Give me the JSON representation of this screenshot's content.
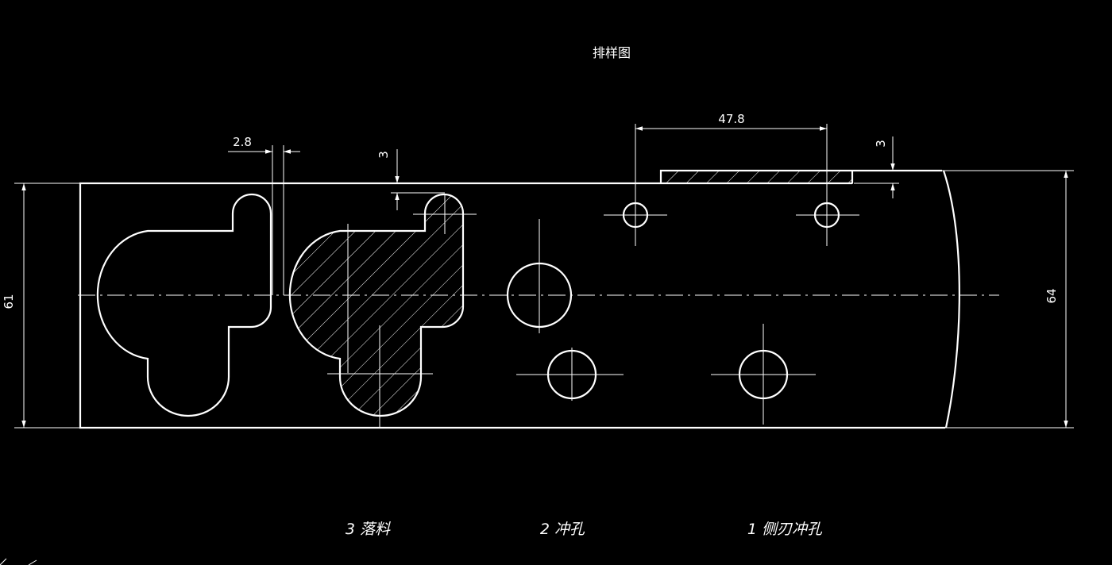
{
  "drawing": {
    "title": "排样图",
    "colors": {
      "background": "#000000",
      "line": "#ffffff"
    },
    "dimensions": {
      "gap_side": "2.8",
      "step_top": "3",
      "pitch": "47.8",
      "step_right": "3",
      "width_left": "61",
      "width_right": "64"
    },
    "stations": [
      {
        "label": "3 落料"
      },
      {
        "label": "2 冲孔"
      },
      {
        "label": "1 侧刃冲孔"
      }
    ]
  }
}
